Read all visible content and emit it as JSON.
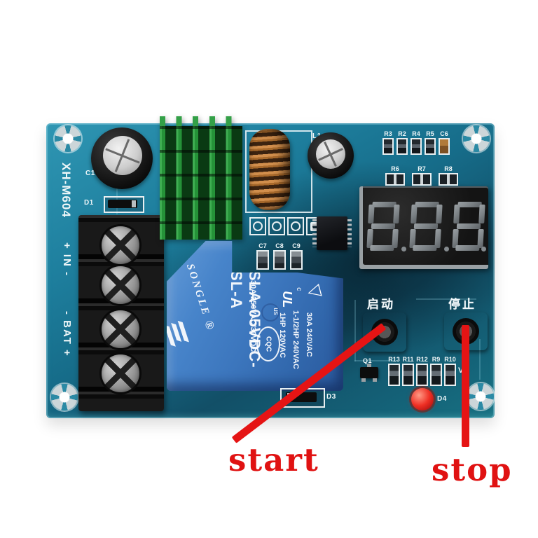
{
  "photo": {
    "silkscreen": {
      "model": "XH-M604",
      "in_label": "+ IN -",
      "bat_label": "- BAT +",
      "c1": "C1",
      "d1": "D1",
      "l1": "L1",
      "q1": "Q1",
      "v2": "V2",
      "d3": "D3",
      "d4": "D4",
      "top_row": [
        "R3",
        "R2",
        "R4",
        "R5",
        "C6"
      ],
      "mid_row": [
        "R6",
        "R7",
        "R8"
      ],
      "cap_row": [
        "C7",
        "C8",
        "C9"
      ],
      "bottom_row": [
        "R13",
        "R11",
        "R12",
        "R9",
        "R10"
      ],
      "start_button": "启动",
      "stop_button": "停止"
    },
    "relay": {
      "brand": "SONGLE",
      "reg": "®",
      "model": "SLA-05VDC-SL-A",
      "rating_main": "30A 250VAC/30VDC",
      "cqc": "CQC",
      "ul_c": "c",
      "ul": "UL",
      "ul_us": "us",
      "triangle_mark": "△",
      "rating_1hp": "1HP 120VAC",
      "rating_15hp": "1-1/2HP 240VAC",
      "rating_30a": "30A 240VAC"
    },
    "display": {
      "digits": "8.8.8."
    }
  },
  "annotations": {
    "start": "start",
    "stop": "stop"
  },
  "colors": {
    "background": "#ffffff",
    "pcb": "#1b7795",
    "relay_blue": "#3f7cc2",
    "heatsink_green": "#2c9140",
    "copper": "#c5803d",
    "led_red": "#e02020",
    "annotation_red": "#e51414",
    "silkscreen_white": "#eef6f8"
  }
}
